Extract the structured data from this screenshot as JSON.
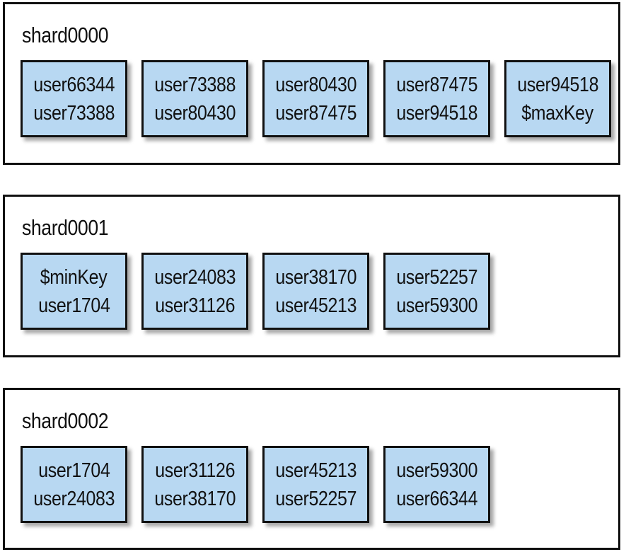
{
  "shards": [
    {
      "name": "shard0000",
      "chunks": [
        {
          "from": "user66344",
          "to": "user73388"
        },
        {
          "from": "user73388",
          "to": "user80430"
        },
        {
          "from": "user80430",
          "to": "user87475"
        },
        {
          "from": "user87475",
          "to": "user94518"
        },
        {
          "from": "user94518",
          "to": "$maxKey"
        }
      ]
    },
    {
      "name": "shard0001",
      "chunks": [
        {
          "from": "$minKey",
          "to": "user1704"
        },
        {
          "from": "user24083",
          "to": "user31126"
        },
        {
          "from": "user38170",
          "to": "user45213"
        },
        {
          "from": "user52257",
          "to": "user59300"
        }
      ]
    },
    {
      "name": "shard0002",
      "chunks": [
        {
          "from": "user1704",
          "to": "user24083"
        },
        {
          "from": "user31126",
          "to": "user38170"
        },
        {
          "from": "user45213",
          "to": "user52257"
        },
        {
          "from": "user59300",
          "to": "user66344"
        }
      ]
    }
  ],
  "colors": {
    "chunk_fill": "#b8d8f2",
    "border": "#111111"
  }
}
